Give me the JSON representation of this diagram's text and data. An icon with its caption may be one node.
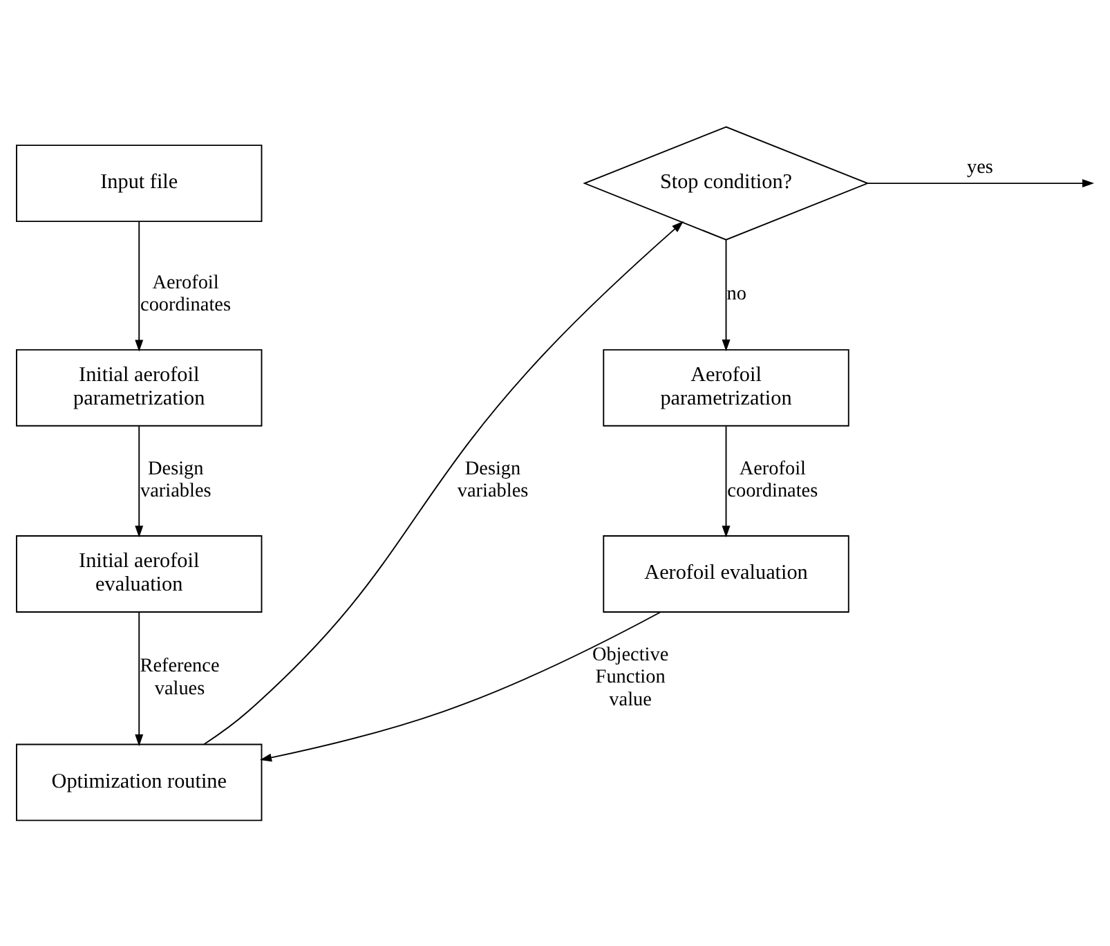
{
  "diagram": {
    "nodes": [
      {
        "text": [
          "Input file"
        ]
      },
      {
        "text": [
          "Initial aerofoil parametrization"
        ]
      },
      {
        "text": [
          "Initial aerofoil evaluation"
        ]
      },
      {
        "text": [
          "Optimization routine"
        ]
      },
      {
        "text": [
          "Stop condition?"
        ]
      },
      {
        "text": [
          "Aerofoil parametrization"
        ]
      },
      {
        "text": [
          "Aerofoil evaluation"
        ]
      }
    ],
    "edges": [
      {
        "from": 0,
        "to": 1,
        "arrow": "to",
        "label": "Aerofoil coordinates"
      },
      {
        "from": 1,
        "to": 2,
        "arrow": "to",
        "label": "Design variables"
      },
      {
        "from": 2,
        "to": 3,
        "arrow": "to",
        "label": "Reference values"
      },
      {
        "from": 3,
        "to": 4,
        "arrow": "to",
        "label": "Design variables"
      },
      {
        "from": 4,
        "to": 5,
        "arrow": "to",
        "label": "no"
      },
      {
        "from": 5,
        "to": 6,
        "arrow": "to",
        "label": "Aerofoil coordinates"
      },
      {
        "from": 6,
        "to": 3,
        "arrow": "to",
        "label": "Objective Function value"
      },
      {
        "from": 4,
        "to": null,
        "arrow": "to",
        "label": "yes"
      }
    ]
  }
}
